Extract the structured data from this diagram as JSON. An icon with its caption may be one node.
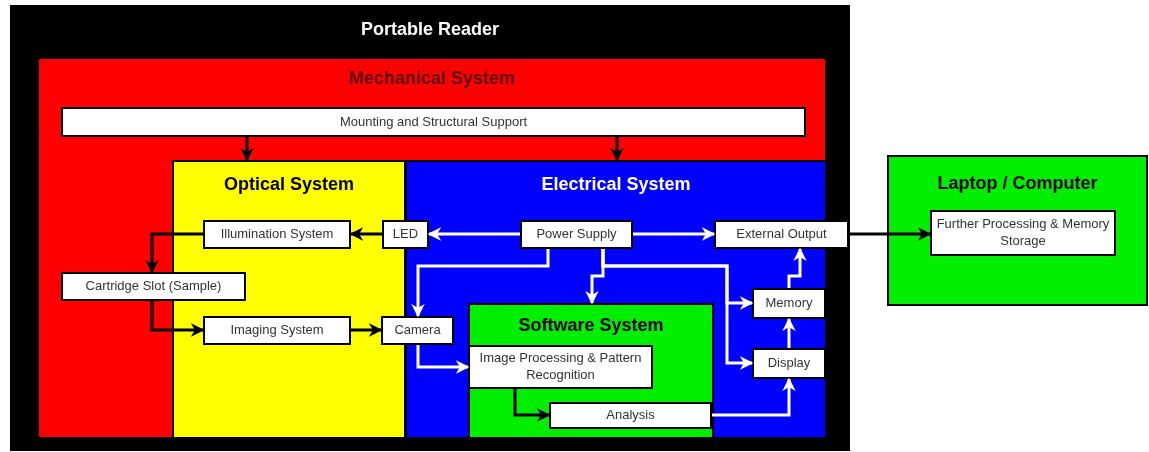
{
  "diagram": {
    "nodes": [
      {
        "text": [
          "Portable Reader"
        ]
      },
      {
        "text": [
          "Mechanical System"
        ],
        "in": 0
      },
      {
        "text": [
          "Mounting and Structural Support"
        ],
        "in": 1
      },
      {
        "text": [
          "Optical System"
        ],
        "in": 1
      },
      {
        "text": [
          "Electrical System"
        ],
        "in": 1
      },
      {
        "text": [
          "Illumination System"
        ],
        "in": 3
      },
      {
        "text": [
          "LED"
        ],
        "in": 1
      },
      {
        "text": [
          "Power Supply"
        ],
        "in": 4
      },
      {
        "text": [
          "External Output"
        ],
        "in": 0
      },
      {
        "text": [
          "Cartridge Slot (Sample)"
        ],
        "in": 1
      },
      {
        "text": [
          "Imaging System"
        ],
        "in": 3
      },
      {
        "text": [
          "Camera"
        ],
        "in": 1
      },
      {
        "text": [
          "Software System"
        ],
        "in": 4
      },
      {
        "text": [
          "Memory"
        ],
        "in": 4
      },
      {
        "text": [
          "Image Processing & Pattern Recognition"
        ],
        "in": 12
      },
      {
        "text": [
          "Display"
        ],
        "in": 4
      },
      {
        "text": [
          "Analysis"
        ],
        "in": 12
      },
      {
        "text": [
          "Laptop / Computer"
        ]
      },
      {
        "text": [
          "Further Processing & Memory Storage"
        ],
        "in": 17
      }
    ],
    "edges": [
      {
        "from": 2,
        "to": 3,
        "arrow": "to",
        "color": "#000000"
      },
      {
        "from": 2,
        "to": 4,
        "arrow": "to",
        "color": "#000000"
      },
      {
        "from": 6,
        "to": 5,
        "arrow": "to",
        "color": "#000000"
      },
      {
        "from": 5,
        "to": 9,
        "arrow": "to",
        "color": "#000000"
      },
      {
        "from": 9,
        "to": 10,
        "arrow": "to",
        "color": "#000000"
      },
      {
        "from": 10,
        "to": 11,
        "arrow": "to",
        "color": "#000000"
      },
      {
        "from": 7,
        "to": 6,
        "arrow": "to"
      },
      {
        "from": 7,
        "to": 8,
        "arrow": "to"
      },
      {
        "from": 7,
        "to": 11,
        "arrow": "to"
      },
      {
        "from": 7,
        "to": 12,
        "arrow": "to"
      },
      {
        "from": 7,
        "to": 13,
        "arrow": "to"
      },
      {
        "from": 7,
        "to": 15,
        "arrow": "to"
      },
      {
        "from": 11,
        "to": 14,
        "arrow": "to"
      },
      {
        "from": 14,
        "to": 16,
        "arrow": "to",
        "color": "#000000"
      },
      {
        "from": 16,
        "to": 15,
        "arrow": "to"
      },
      {
        "from": 15,
        "to": 13,
        "arrow": "to"
      },
      {
        "from": 13,
        "to": 8,
        "arrow": "to"
      },
      {
        "from": 8,
        "to": 18,
        "arrow": "to",
        "color": "#000000"
      }
    ]
  }
}
